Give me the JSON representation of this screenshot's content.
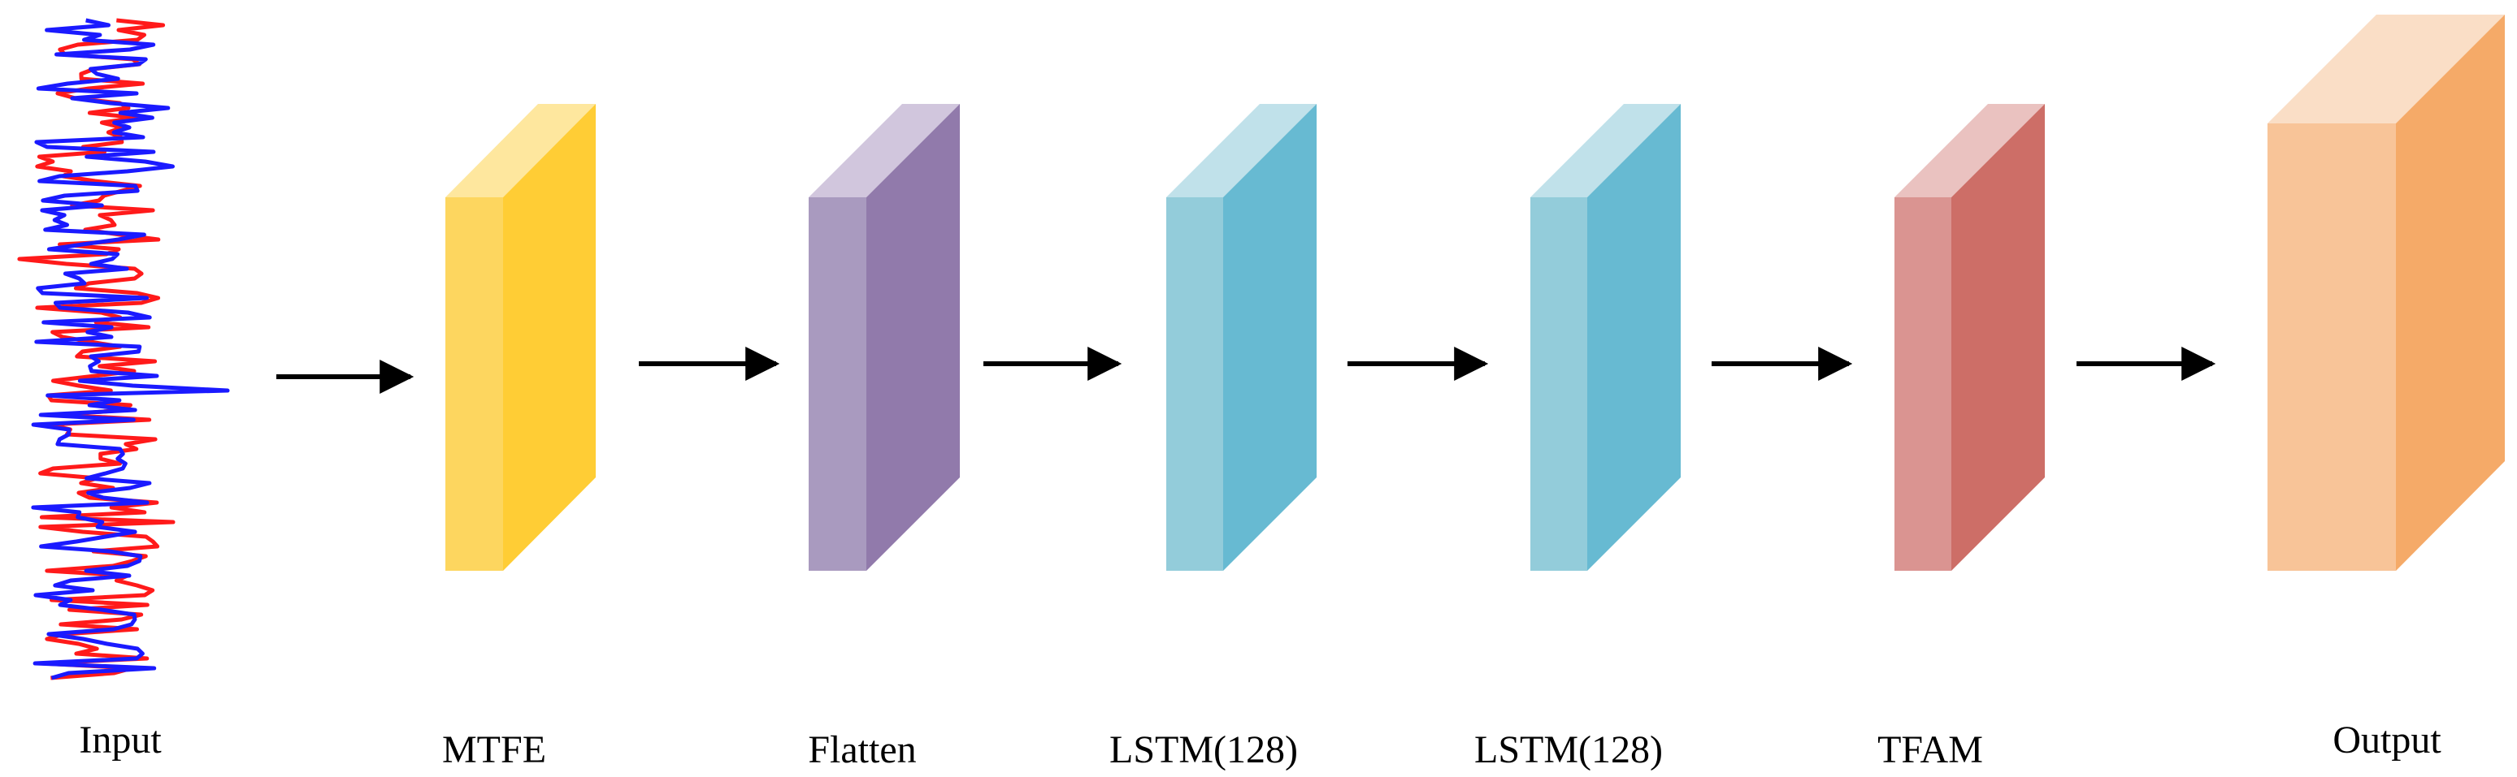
{
  "diagram": {
    "input_label": "Input",
    "signal_colors": {
      "red": "#ff1a1a",
      "blue": "#1a1aff"
    },
    "arrow_color": "#000000",
    "blocks": [
      {
        "id": "mtfe",
        "label": "MTFE",
        "front": "#fdd65f",
        "side": "#ffcd35",
        "top": "#fee79e"
      },
      {
        "id": "flatten",
        "label": "Flatten",
        "front": "#a99abf",
        "side": "#917aab",
        "top": "#d1c6dd"
      },
      {
        "id": "lstm1",
        "label": "LSTM(128)",
        "front": "#93ccda",
        "side": "#67bad2",
        "top": "#c0e1ea"
      },
      {
        "id": "lstm2",
        "label": "LSTM(128)",
        "front": "#93ccda",
        "side": "#67bad2",
        "top": "#c0e1ea"
      },
      {
        "id": "tfam",
        "label": "TFAM",
        "front": "#da9491",
        "side": "#cd6e67",
        "top": "#eac2c0"
      },
      {
        "id": "output",
        "label": "Output",
        "front": "#f8c498",
        "side": "#f5aa68",
        "top": "#fadec6"
      }
    ]
  }
}
